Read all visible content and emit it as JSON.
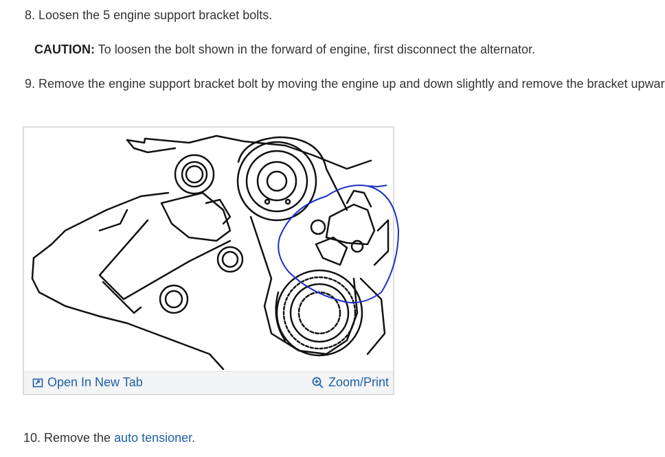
{
  "steps": {
    "step8": "8. Loosen the 5 engine support bracket bolts.",
    "caution_label": "CAUTION:",
    "caution_text": " To loosen the bolt shown in the forward of engine, first disconnect the alternator.",
    "step9": "9. Remove the engine support bracket bolt by moving the engine up and down slightly and remove the bracket upwar",
    "step10_prefix": "10. Remove the ",
    "step10_link": "auto tensioner",
    "step10_suffix": "."
  },
  "figure": {
    "open_tab_label": "Open In New Tab",
    "zoom_print_label": "Zoom/Print",
    "open_tab_icon": "open-new-tab-icon",
    "zoom_icon": "zoom-in-icon"
  },
  "colors": {
    "text": "#333333",
    "link": "#1f5fa6",
    "annotation_circle": "#1a2fc4"
  }
}
